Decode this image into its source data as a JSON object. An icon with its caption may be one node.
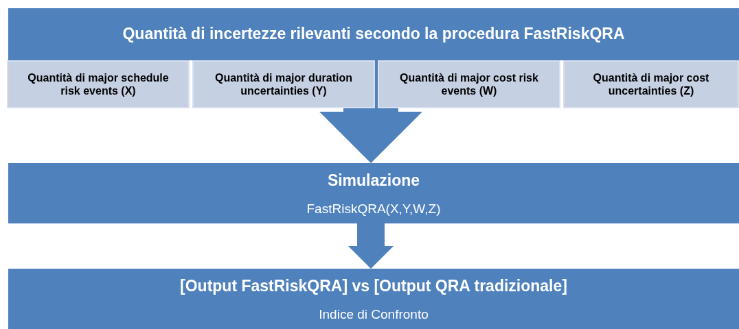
{
  "diagram": {
    "nodes": [
      {
        "text": [
          "Quantità di incertezze rilevanti secondo la procedura FastRiskQRA"
        ]
      },
      {
        "text": [
          "Quantità di major schedule risk events (X)"
        ]
      },
      {
        "text": [
          "Quantità di major duration uncertainties (Y)"
        ]
      },
      {
        "text": [
          "Quantità di major cost risk events (W)"
        ]
      },
      {
        "text": [
          "Quantità di major cost uncertainties (Z)"
        ]
      },
      {
        "text": [
          "Simulazione",
          "FastRiskQRA(X,Y,W,Z)"
        ]
      },
      {
        "text": [
          "[Output FastRiskQRA] vs [Output QRA tradizionale]",
          "Indice di Confronto"
        ]
      }
    ],
    "edges": [
      {
        "from": 0,
        "to": 5,
        "arrow": "to"
      },
      {
        "from": 5,
        "to": 6,
        "arrow": "to"
      }
    ]
  }
}
